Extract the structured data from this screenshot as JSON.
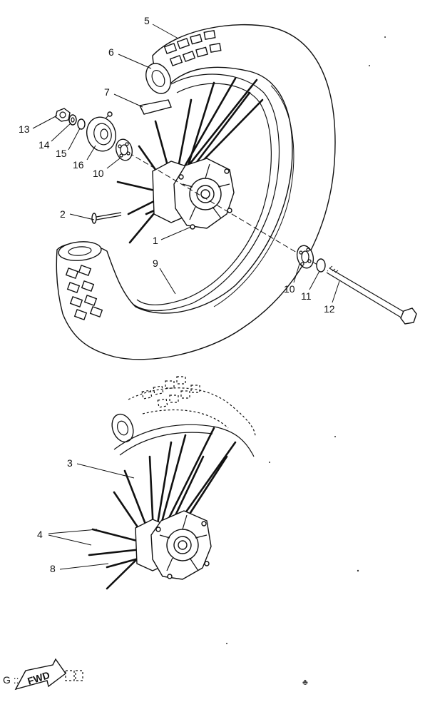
{
  "callouts": {
    "c1": "1",
    "c2": "2",
    "c3": "3",
    "c4": "4",
    "c5": "5",
    "c6": "6",
    "c7": "7",
    "c8": "8",
    "c9": "9",
    "c10a": "10",
    "c10b": "10",
    "c11": "11",
    "c12": "12",
    "c13": "13",
    "c14": "14",
    "c15": "15",
    "c16": "16"
  },
  "fwd_mark": "FWD",
  "colors": {
    "ink": "#111111",
    "paper": "#ffffff"
  }
}
